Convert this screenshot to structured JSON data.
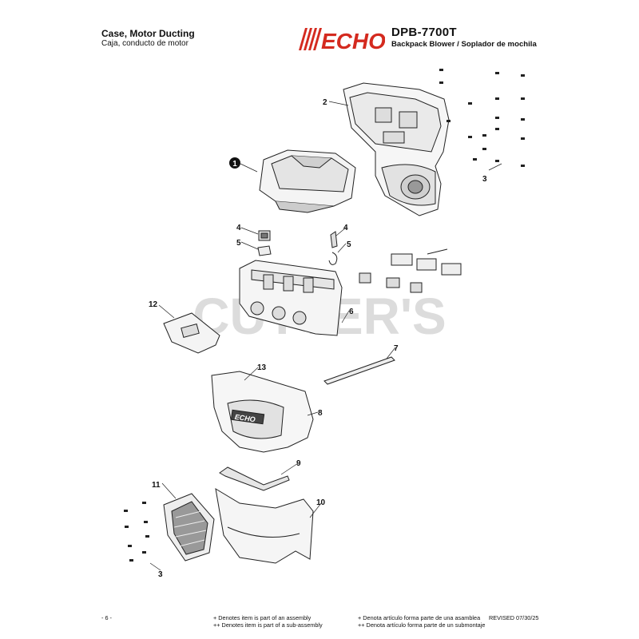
{
  "header": {
    "title": "Case, Motor Ducting",
    "subtitle": "Caja, conducto de motor",
    "brand": "ECHO",
    "model": "DPB-7700T",
    "product": "Backpack Blower / Soplador de mochila"
  },
  "watermark": "CUTTER'S",
  "callouts": {
    "c1": "1",
    "c2": "2",
    "c3a": "3",
    "c3b": "3",
    "c4a": "4",
    "c4b": "4",
    "c5a": "5",
    "c5b": "5",
    "c6": "6",
    "c7": "7",
    "c8": "8",
    "c9": "9",
    "c10": "10",
    "c11": "11",
    "c12": "12",
    "c13": "13"
  },
  "footer": {
    "page": "- 6 -",
    "note_en_1": "+ Denotes item is part of an assembly",
    "note_en_2": "++ Denotes item is part of a sub-assembly",
    "note_es_1": "+ Denota artículo forma parte de una asamblea",
    "note_es_2": "++ Denota artículo forma parte de un submontaje",
    "revised": "REVISED 07/30/25"
  },
  "colors": {
    "brand_red": "#d42a1f",
    "line": "#222222",
    "watermark": "#d9d9d9"
  }
}
